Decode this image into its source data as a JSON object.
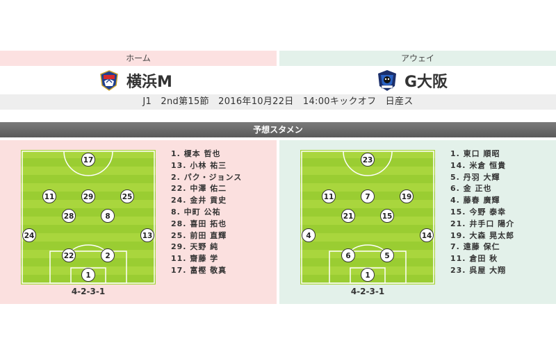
{
  "home": {
    "side_label": "ホーム",
    "team_name": "横浜M",
    "emblem_icon": "yokohama-fm-emblem-icon",
    "formation": "4-2-3-1",
    "players": [
      {
        "no": "17",
        "name": "17. 富樫 敬真"
      },
      {
        "no": "11",
        "name": "11. 齋藤 学"
      },
      {
        "no": "29",
        "name": "29. 天野 純"
      },
      {
        "no": "25",
        "name": "25. 前田 直輝"
      },
      {
        "no": "28",
        "name": "28. 喜田 拓也"
      },
      {
        "no": "8",
        "name": "8. 中町 公祐"
      },
      {
        "no": "24",
        "name": "24. 金井 貢史"
      },
      {
        "no": "22",
        "name": "22. 中澤 佑二"
      },
      {
        "no": "2",
        "name": "2. パク・ジョンス"
      },
      {
        "no": "13",
        "name": "13. 小林 祐三"
      },
      {
        "no": "1",
        "name": "1. 榎本 哲也"
      }
    ],
    "roster": [
      "1. 榎本 哲也",
      "13. 小林 祐三",
      "2. パク・ジョンス",
      "22. 中澤 佑二",
      "24. 金井 貢史",
      "8. 中町 公祐",
      "28. 喜田 拓也",
      "25. 前田 直輝",
      "29. 天野 純",
      "11. 齋藤 学",
      "17. 富樫 敬真"
    ]
  },
  "away": {
    "side_label": "アウェイ",
    "team_name": "G大阪",
    "emblem_icon": "gamba-osaka-emblem-icon",
    "formation": "4-2-3-1",
    "roster": [
      "1. 東口 順昭",
      "14. 米倉 恒貴",
      "5. 丹羽 大輝",
      "6. 金 正也",
      "4. 藤春 廣輝",
      "15. 今野 泰幸",
      "21. 井手口 陽介",
      "19. 大森 晃太郎",
      "7. 遠藤 保仁",
      "11. 倉田 秋",
      "23. 呉屋 大翔"
    ]
  },
  "match_info": "J1　2nd第15節　2016年10月22日　14:00キックオフ　日産ス",
  "section_title": "予想スタメン",
  "pitch_players": {
    "home": [
      "17",
      "11",
      "29",
      "25",
      "28",
      "8",
      "24",
      "13",
      "22",
      "2",
      "1"
    ],
    "away": [
      "23",
      "11",
      "7",
      "19",
      "21",
      "15",
      "4",
      "14",
      "6",
      "5",
      "1"
    ]
  },
  "colors": {
    "home_bg": "#fbe0df",
    "away_bg": "#e3f1ea",
    "pitch_green": "#9acd32",
    "pitch_stripe": "#a9d63d"
  }
}
